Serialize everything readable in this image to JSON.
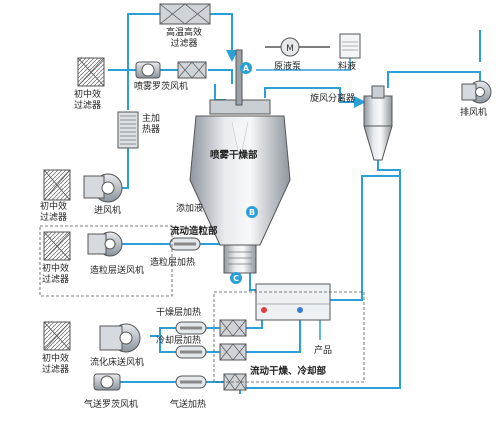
{
  "labels": {
    "hepa_filter": "高温高效\n过滤器",
    "pump": "原液泵",
    "feed": "料液",
    "atomizer_fan": "喷雾罗茨风机",
    "main_heater": "主加\n热器",
    "prefilter_1": "初中效\n过滤器",
    "prefilter_2": "初中效\n过滤器",
    "prefilter_3": "初中效\n过滤器",
    "prefilter_4": "初中效\n过滤器",
    "inlet_fan": "进风机",
    "spray_dryer": "喷雾干燥部",
    "cyclone": "旋风分离器",
    "exhaust_fan": "排风机",
    "additive": "添加液",
    "granulation_section": "流动造粒部",
    "granulation_fan": "造粒层送风机",
    "granulation_heater": "造粒层加热",
    "drying_heater": "干燥层加热",
    "cooling_heater": "冷却层加热",
    "fluid_bed_fan": "流化床送风机",
    "product": "产品",
    "fluid_dry_section": "流动干燥、冷却部",
    "conveying_fan": "气送罗茨风机",
    "conveying_heater": "气送加热"
  },
  "markers": {
    "a": "A",
    "b": "B",
    "c": "C"
  },
  "colors": {
    "flow_line": "#2a9fd8",
    "equipment": "#5a6470",
    "marker": "#2a9fd8"
  }
}
